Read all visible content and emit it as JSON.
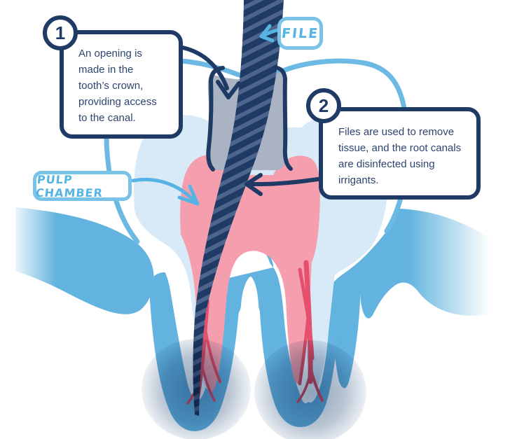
{
  "callouts": [
    {
      "number": "1",
      "text": "An opening is made in the tooth’s crown, providing access to the canal."
    },
    {
      "number": "2",
      "text": "Files are used to remove tissue, and the root canals are disinfected using irrigants."
    }
  ],
  "tags": {
    "file": "FILE",
    "pulp_chamber": "PULP CHAMBER"
  },
  "icons": {
    "arrow_to_opening": "curved-arrow-down-icon",
    "arrow_to_canal": "curved-arrow-left-icon",
    "arrow_file_pointer": "small-arrow-left-icon",
    "arrow_pulp_pointer": "small-arrow-right-icon"
  },
  "colors": {
    "navy": "#1f3a64",
    "text_navy": "#2e4470",
    "tag_blue": "#56b4e5",
    "tag_border_blue": "#79c3e9",
    "crown_outline_blue": "#6cb9e3",
    "gum_blue": "#62b3df",
    "dentin_blue": "#d8eaf7",
    "pulp_pink": "#f59fae",
    "canal_red": "#e4506d",
    "access_gray": "#a9b3c3",
    "file_navy": "#1f3a64",
    "file_stripe": "#4d648c",
    "inflammation_glow": "#33567f",
    "background": "#ffffff"
  }
}
